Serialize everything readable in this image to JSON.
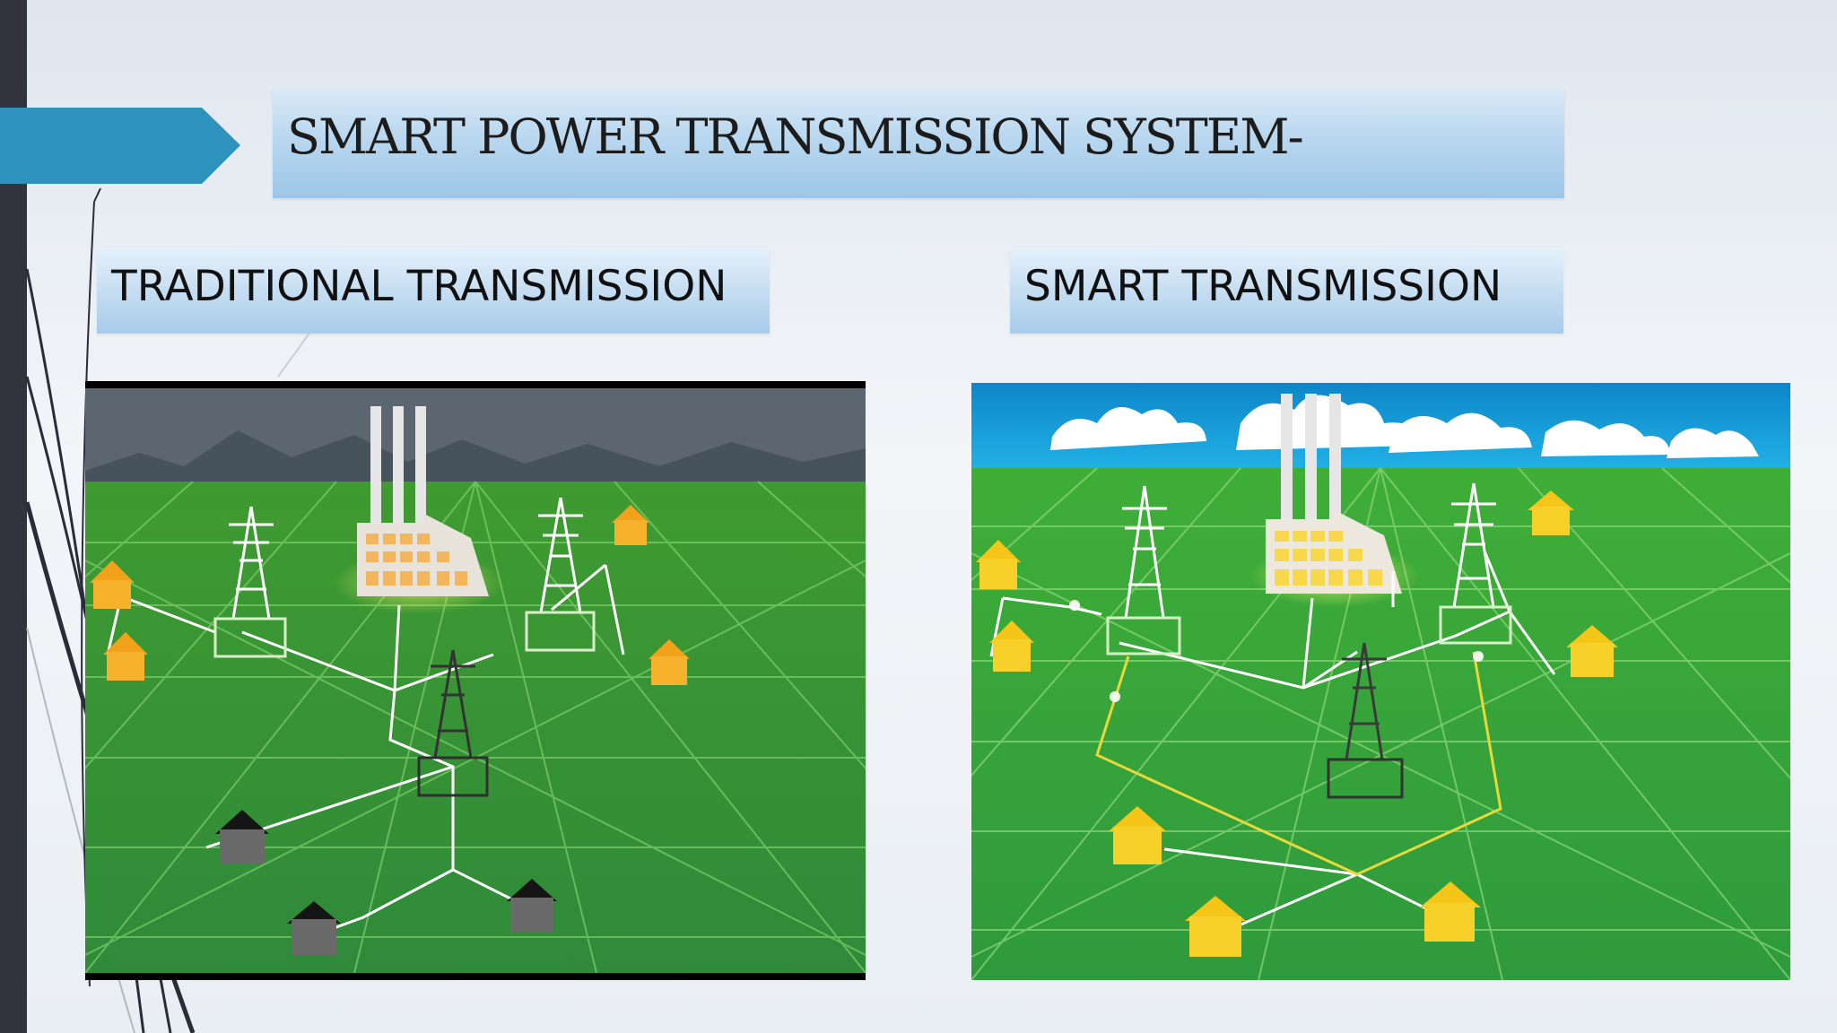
{
  "slide": {
    "title": "SMART POWER TRANSMISSION SYSTEM-",
    "left_heading": "TRADITIONAL TRANSMISSION",
    "right_heading": "SMART TRANSMISSION"
  },
  "colors": {
    "accent_tab": "#2d93bd",
    "left_bar": "#33333f",
    "grass": "#3ca23c",
    "house_lit": "#f5c517",
    "house_dark": "#4a4a4a",
    "smart_line": "#e8d83a",
    "sky": "#1aa6dc",
    "storm_sky": "#5a6670"
  },
  "icons": {
    "factory": "factory-icon",
    "tower": "transmission-tower-icon",
    "house": "house-icon"
  }
}
